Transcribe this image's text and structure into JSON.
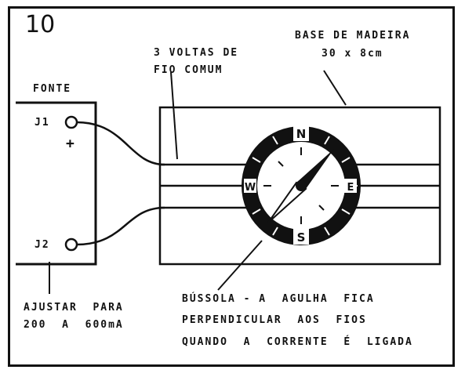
{
  "figure": {
    "number": "10"
  },
  "labels": {
    "source": "FONTE",
    "terminal_j1": "J1",
    "terminal_j2": "J2",
    "plus_sign": "+",
    "wire_line1": "3 VOLTAS DE",
    "wire_line2": "FIO COMUM",
    "base_line1": "BASE DE MADEIRA",
    "base_line2": "30 x 8cm",
    "adjust_line1": "AJUSTAR  PARA",
    "adjust_line2": "200  A  600mA",
    "compass_line1": "BÚSSOLA - A  AGULHA  FICA",
    "compass_line2": "PERPENDICULAR  AOS  FIOS",
    "compass_line3": "QUANDO  A  CORRENTE  É  LIGADA"
  },
  "compass": {
    "north": "N",
    "south": "S",
    "east": "E",
    "west": "W"
  }
}
